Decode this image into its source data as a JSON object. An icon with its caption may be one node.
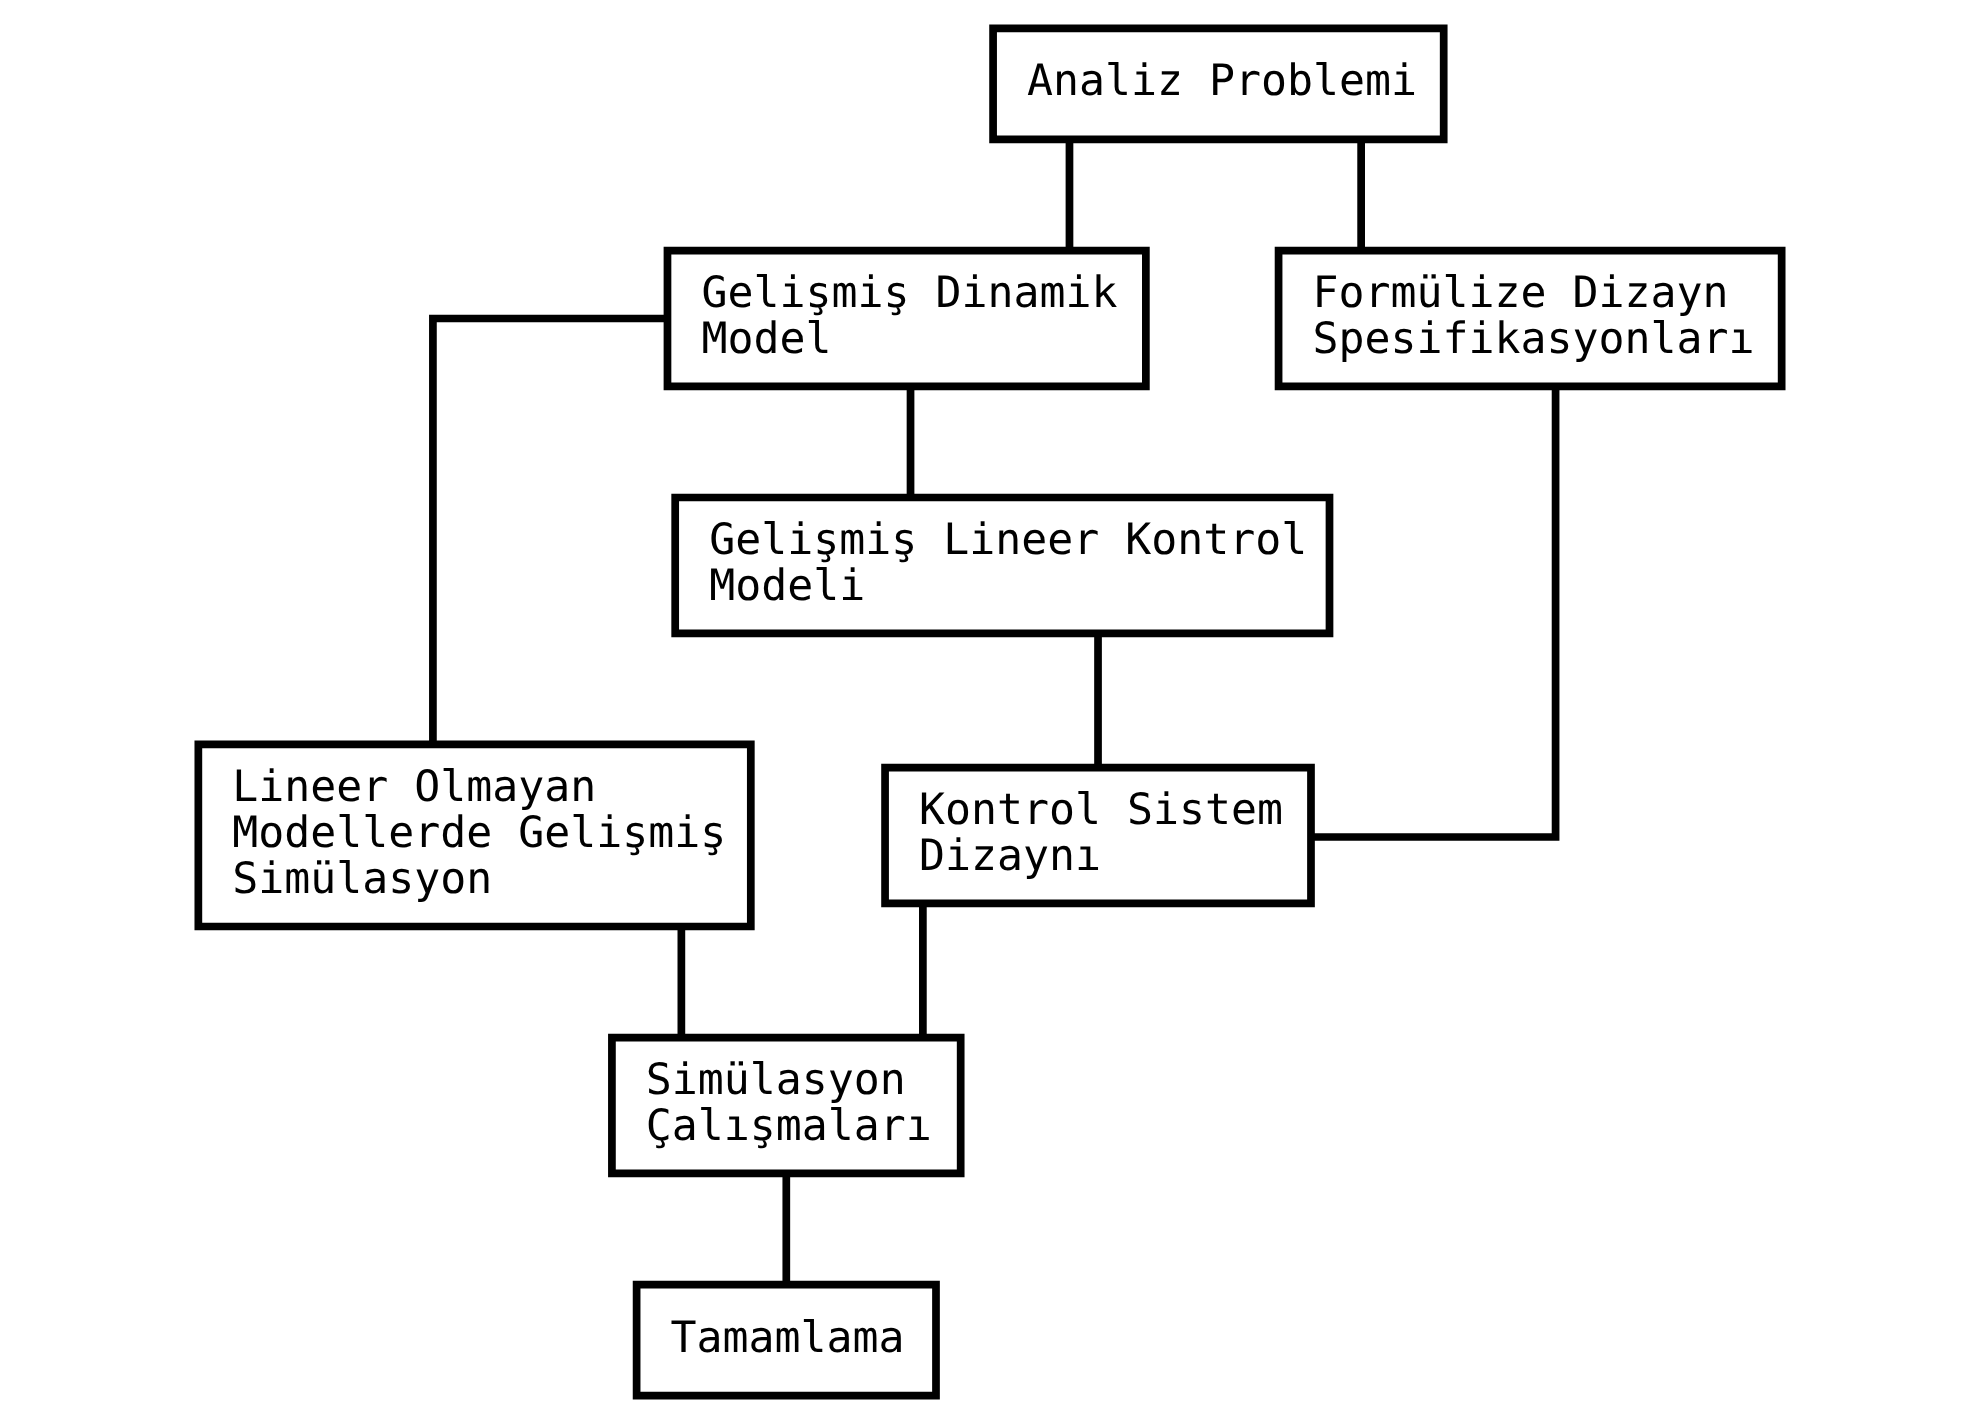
{
  "diagram": {
    "nodes": [
      {
        "text": [
          "Analiz Problemi"
        ]
      },
      {
        "text": [
          "Gelişmiş Dinamik Model"
        ]
      },
      {
        "text": [
          "Formülize Dizayn Spesifikasyonları"
        ]
      },
      {
        "text": [
          "Gelişmiş Lineer Kontrol Modeli"
        ]
      },
      {
        "text": [
          "Lineer Olmayan Modellerde Gelişmiş Simülasyon"
        ]
      },
      {
        "text": [
          "Kontrol Sistem Dizaynı"
        ]
      },
      {
        "text": [
          "Simülasyon Çalışmaları"
        ]
      },
      {
        "text": [
          "Tamamlama"
        ]
      }
    ],
    "edges": [
      {
        "from": 0,
        "to": 1,
        "arrow": "none"
      },
      {
        "from": 0,
        "to": 2,
        "arrow": "none"
      },
      {
        "from": 1,
        "to": 3,
        "arrow": "none"
      },
      {
        "from": 1,
        "to": 4,
        "arrow": "none"
      },
      {
        "from": 3,
        "to": 5,
        "arrow": "none"
      },
      {
        "from": 2,
        "to": 5,
        "arrow": "none"
      },
      {
        "from": 5,
        "to": 6,
        "arrow": "none"
      },
      {
        "from": 4,
        "to": 6,
        "arrow": "none"
      },
      {
        "from": 6,
        "to": 7,
        "arrow": "none"
      }
    ]
  }
}
